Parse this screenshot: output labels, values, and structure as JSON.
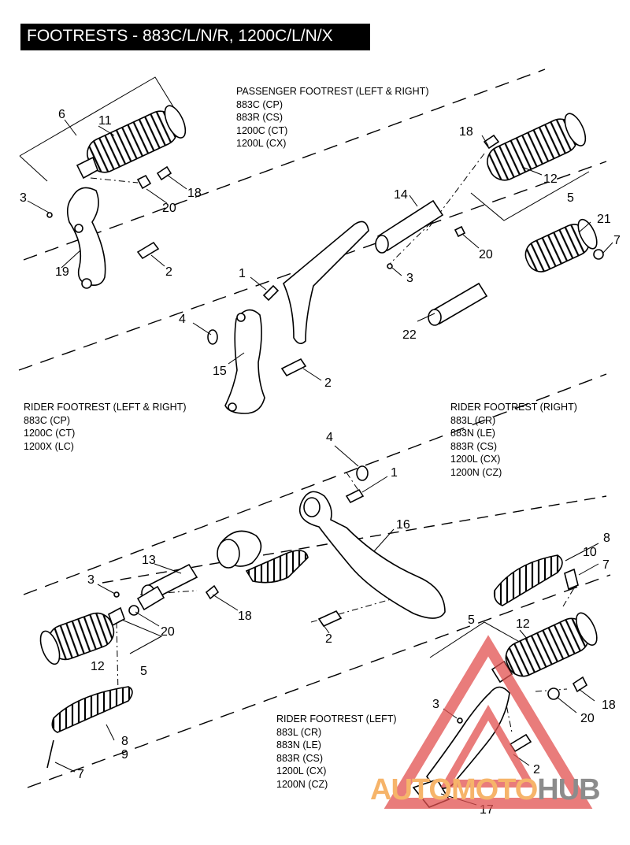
{
  "title": "FOOTRESTS - 883C/L/N/R, 1200C/L/N/X",
  "groups": {
    "passenger": {
      "heading": "PASSENGER FOOTREST (LEFT & RIGHT)",
      "models": [
        "883C (CP)",
        "883R (CS)",
        "1200C (CT)",
        "1200L (CX)"
      ]
    },
    "rider_lr": {
      "heading": "RIDER FOOTREST (LEFT & RIGHT)",
      "models": [
        "883C (CP)",
        "1200C (CT)",
        "1200X (LC)"
      ]
    },
    "rider_right": {
      "heading": "RIDER FOOTREST (RIGHT)",
      "models": [
        "883L (CR)",
        "883N (LE)",
        "883R (CS)",
        "1200L (CX)",
        "1200N (CZ)"
      ]
    },
    "rider_left": {
      "heading": "RIDER FOOTREST (LEFT)",
      "models": [
        "883L (CR)",
        "883N (LE)",
        "883R (CS)",
        "1200L (CX)",
        "1200N (CZ)"
      ]
    }
  },
  "callouts": [
    "6",
    "11",
    "3",
    "18",
    "20",
    "19",
    "2",
    "18",
    "14",
    "12",
    "5",
    "20",
    "3",
    "21",
    "7",
    "1",
    "4",
    "15",
    "2",
    "22",
    "4",
    "1",
    "16",
    "13",
    "3",
    "18",
    "20",
    "12",
    "5",
    "2",
    "8",
    "10",
    "7",
    "5",
    "12",
    "3",
    "18",
    "20",
    "2",
    "17",
    "8",
    "9",
    "7"
  ],
  "watermark": {
    "part1": "AUTOMOTO",
    "part2": "HUB"
  },
  "colors": {
    "title_bg": "#000000",
    "title_fg": "#ffffff",
    "watermark_orange": "#f6b46a",
    "watermark_grey": "#8c8c8c",
    "watermark_triangle": "#e2504f"
  }
}
